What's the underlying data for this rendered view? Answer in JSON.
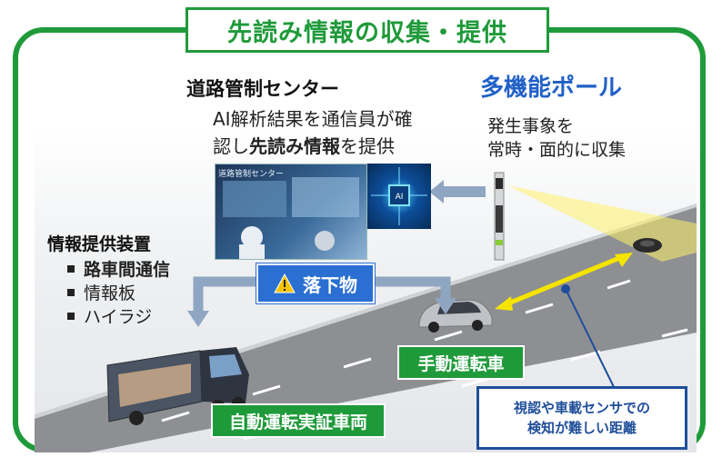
{
  "title": "先読み情報の収集・提供",
  "center": {
    "name": "道路管制センター",
    "desc_line1": "AI解析結果を通信員が確",
    "desc_line2_pre": "認し",
    "desc_line2_bold": "先読み情報",
    "desc_line2_post": "を提供",
    "screen_label": "道路管制センター",
    "ai_label": "AI"
  },
  "pole": {
    "name": "多機能ポール",
    "desc_line1": "発生事象を",
    "desc_line2": "常時・面的に収集"
  },
  "device": {
    "title": "情報提供装置",
    "items": [
      {
        "label": "路車間通信",
        "bold": true
      },
      {
        "label": "情報板",
        "bold": false
      },
      {
        "label": "ハイラジ",
        "bold": false
      }
    ]
  },
  "alert": {
    "label": "落下物",
    "icon": "warning-icon"
  },
  "vehicles": {
    "manual": "手動運転車",
    "auto": "自動運転実証車両"
  },
  "note": {
    "line1": "視認や車載センサでの",
    "line2": "検知が難しい距離"
  },
  "colors": {
    "green": "#1f9a3a",
    "blue": "#2a6fd1",
    "navy": "#1f4e9a",
    "pole_blue": "#2060c8",
    "yellow": "#f5e400"
  }
}
